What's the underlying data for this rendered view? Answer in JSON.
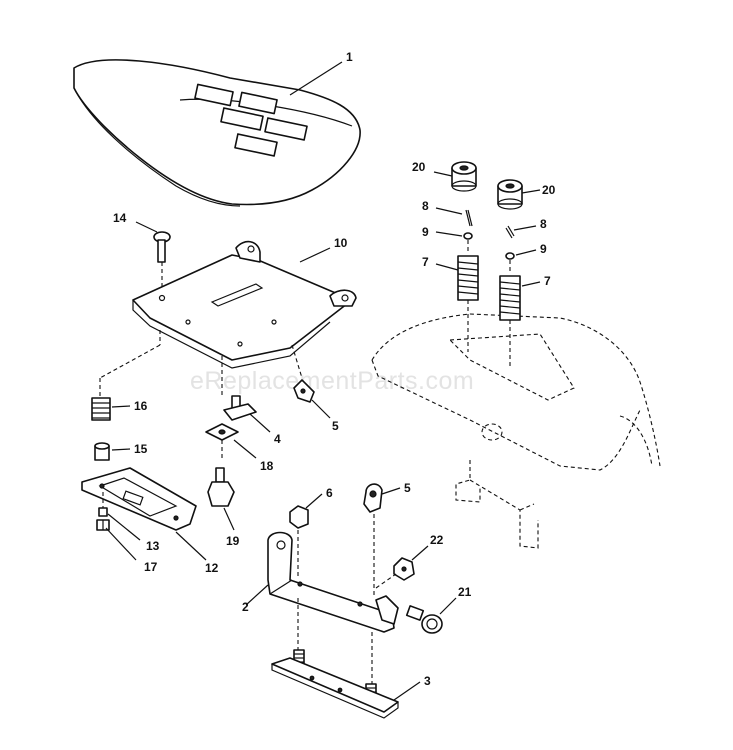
{
  "watermark": "eReplacementParts.com",
  "callouts": {
    "c1": "1",
    "c2": "2",
    "c3": "3",
    "c4": "4",
    "c5a": "5",
    "c5b": "5",
    "c6": "6",
    "c7a": "7",
    "c7b": "7",
    "c8a": "8",
    "c8b": "8",
    "c9a": "9",
    "c9b": "9",
    "c10": "10",
    "c12": "12",
    "c13": "13",
    "c14": "14",
    "c15": "15",
    "c16": "16",
    "c17": "17",
    "c18": "18",
    "c19": "19",
    "c20a": "20",
    "c20b": "20",
    "c21": "21",
    "c22": "22"
  }
}
